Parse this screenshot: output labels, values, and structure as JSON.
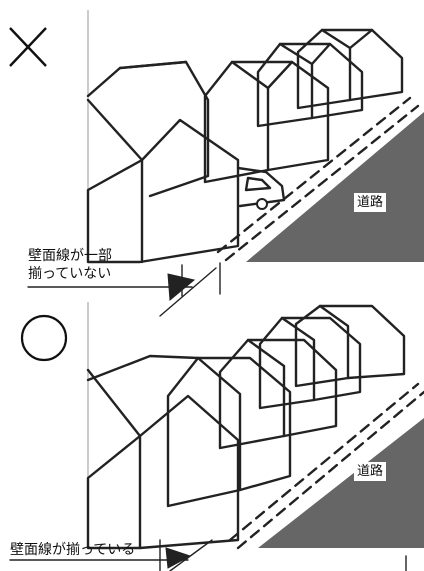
{
  "top_panel": {
    "mark": "cross",
    "road_label": "道路",
    "caption_line1": "壁面線が一部",
    "caption_line2": "揃っていない"
  },
  "bottom_panel": {
    "mark": "circle",
    "road_label": "道路",
    "caption": "壁面線が揃っている"
  }
}
